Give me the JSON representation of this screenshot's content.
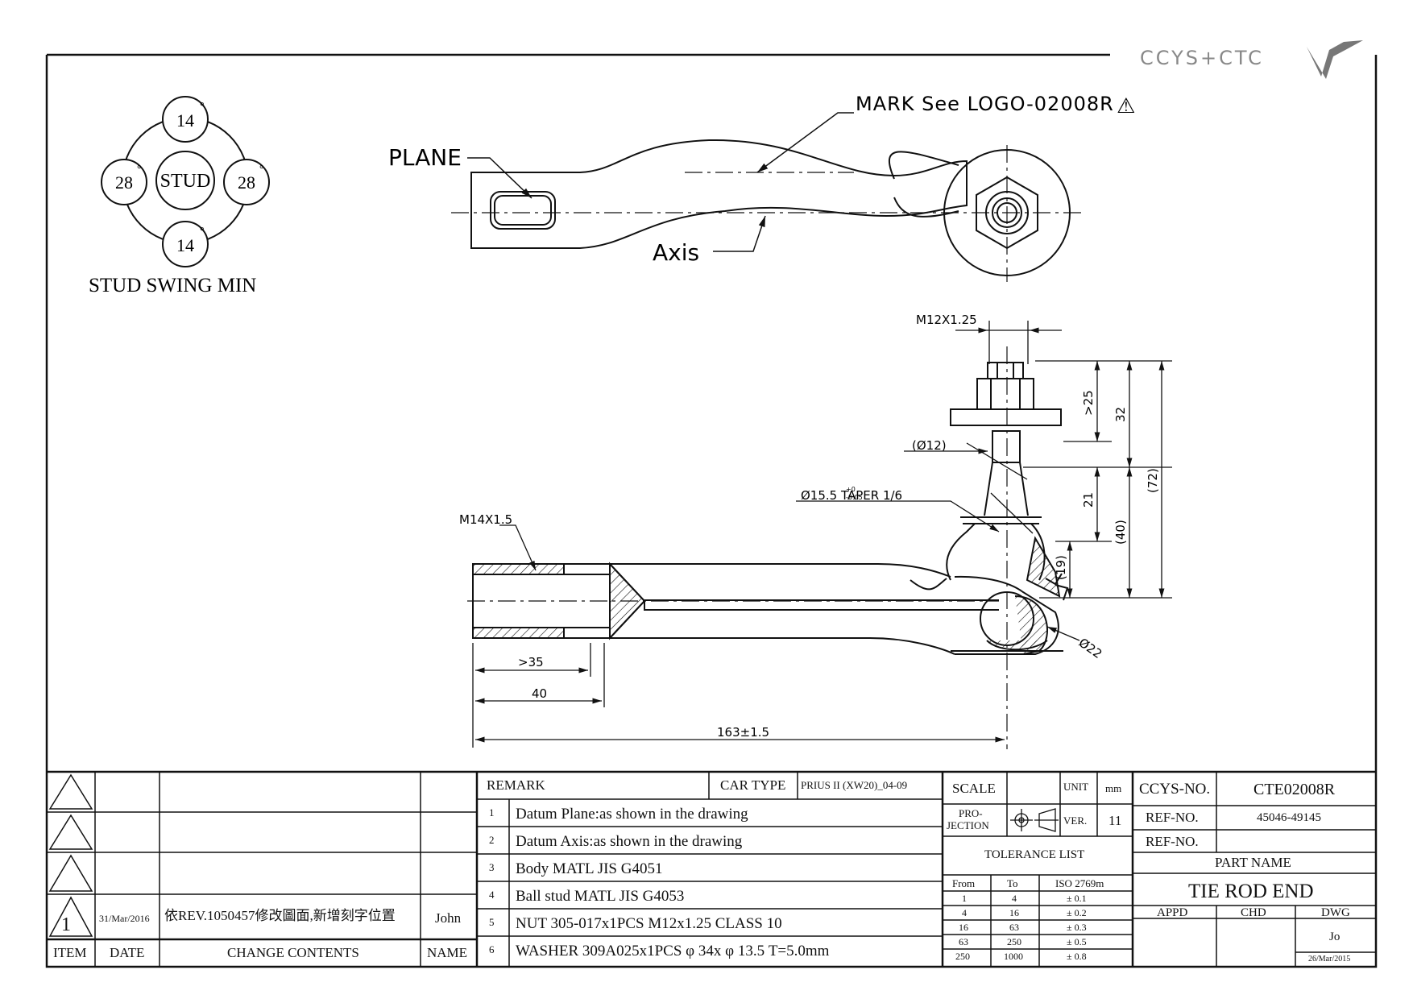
{
  "logo": {
    "text": "CCYS+CTC"
  },
  "stud_swing": {
    "top": "14",
    "bottom": "14",
    "left": "28",
    "right": "28",
    "center": "STUD",
    "degree": "°",
    "caption": "STUD SWING MIN"
  },
  "top_view": {
    "plane_label": "PLANE",
    "axis_label": "Axis",
    "mark_label": "MARK See LOGO-02008R",
    "warning_symbol": "⚠"
  },
  "dimensions": {
    "stud_thread": "M12X1.25",
    "body_thread": "M14X1.5",
    "stud_dia": "(Ø12)",
    "taper": "Ø15.5 TAPER 1/6",
    "taper_tol_upper": "+0",
    "taper_tol_lower": "-0.05",
    "ball_dia": "Ø22",
    "v25": ">25",
    "v32": "32",
    "v72": "(72)",
    "v21": "21",
    "v40": "(40)",
    "v19": "(19)",
    "h35": ">35",
    "h40": "40",
    "h163": "163±1.5"
  },
  "revision_block": {
    "rows": [
      {
        "item": "",
        "date": "",
        "content": "",
        "name": ""
      },
      {
        "item": "",
        "date": "",
        "content": "",
        "name": ""
      },
      {
        "item": "",
        "date": "",
        "content": "",
        "name": ""
      },
      {
        "item": "1",
        "date": "31/Mar/2016",
        "content": "依REV.1050457修改圖面,新增刻字位置",
        "name": "John"
      }
    ],
    "headers": {
      "item": "ITEM",
      "date": "DATE",
      "content": "CHANGE CONTENTS",
      "name": "NAME"
    }
  },
  "remark": {
    "header": "REMARK",
    "car_type_label": "CAR TYPE",
    "car_type_value": "PRIUS II (XW20)_04-09",
    "items": [
      {
        "no": "1",
        "text": "Datum Plane:as shown in the drawing"
      },
      {
        "no": "2",
        "text": "Datum Axis:as shown in the drawing"
      },
      {
        "no": "3",
        "text": "Body MATL JIS G4051"
      },
      {
        "no": "4",
        "text": "Ball stud MATL JIS G4053"
      },
      {
        "no": "5",
        "text": "NUT 305-017x1PCS M12x1.25 CLASS 10"
      },
      {
        "no": "6",
        "text": "WASHER 309A025x1PCS  φ 34x φ 13.5 T=5.0mm"
      }
    ]
  },
  "scale_block": {
    "scale_label": "SCALE",
    "scale_value": "",
    "unit_label": "UNIT",
    "unit_value": "mm",
    "projection_label_1": "PRO-",
    "projection_label_2": "JECTION",
    "ver_label": "VER.",
    "ver_value": "11",
    "tolerance_title": "TOLERANCE LIST",
    "tolerance_headers": [
      "From",
      "To",
      "ISO 2769m"
    ],
    "tolerance_rows": [
      [
        "1",
        "4",
        "± 0.1"
      ],
      [
        "4",
        "16",
        "± 0.2"
      ],
      [
        "16",
        "63",
        "± 0.3"
      ],
      [
        "63",
        "250",
        "± 0.5"
      ],
      [
        "250",
        "1000",
        "± 0.8"
      ]
    ]
  },
  "title_block": {
    "ccys_label": "CCYS-NO.",
    "ccys_value": "CTE02008R",
    "ref1_label": "REF-NO.",
    "ref1_value": "45046-49145",
    "ref2_label": "REF-NO.",
    "ref2_value": "",
    "part_name_label": "PART NAME",
    "part_name_value": "TIE ROD END",
    "appd_label": "APPD",
    "chd_label": "CHD",
    "dwg_label": "DWG",
    "dwg_name": "Jo",
    "dwg_date": "26/Mar/2015"
  }
}
